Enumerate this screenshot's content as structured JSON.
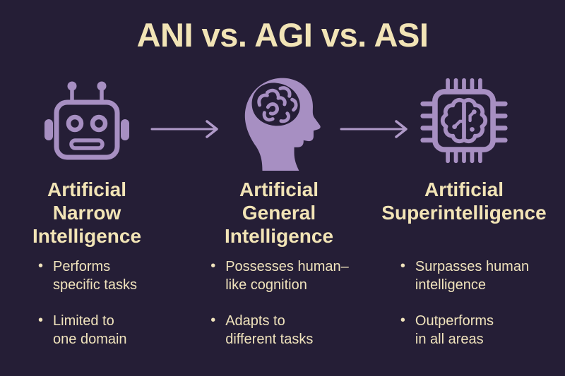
{
  "theme": {
    "background": "#251e36",
    "accent_lavender": "#a78fc2",
    "text_cream": "#f2e4b6"
  },
  "title": "ANI vs. AGI vs. ASI",
  "arrows": [
    {
      "icon": "arrow-right-icon"
    },
    {
      "icon": "arrow-right-icon"
    }
  ],
  "columns": [
    {
      "icon": "robot-head-icon",
      "heading": "Artificial\nNarrow\nIntelligence",
      "bullets": [
        "Performs\nspecific tasks",
        "Limited to\none domain"
      ]
    },
    {
      "icon": "human-head-brain-icon",
      "heading": "Artificial\nGeneral\nIntelligence",
      "bullets": [
        "Possesses human–\nlike cognition",
        "Adapts to\ndifferent tasks"
      ]
    },
    {
      "icon": "chip-brain-icon",
      "heading": "Artificial\nSuperintelligence",
      "bullets": [
        "Surpasses human\nintelligence",
        "Outperforms\nin all areas"
      ]
    }
  ]
}
